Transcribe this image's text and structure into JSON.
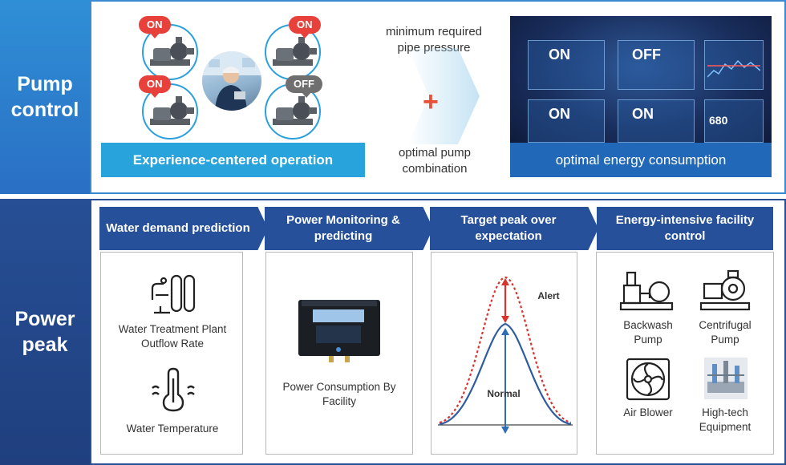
{
  "pump_control": {
    "title": "Pump control",
    "bubbles": [
      "ON",
      "ON",
      "ON",
      "OFF"
    ],
    "left_bar_label": "Experience-centered operation",
    "input_top": "minimum required pipe pressure",
    "input_bottom": "optimal pump combination",
    "plus_symbol": "+",
    "screen_states": [
      "ON",
      "OFF",
      "ON",
      "ON"
    ],
    "screen_readout": "680",
    "right_bar_label": "optimal energy consumption"
  },
  "power_peak": {
    "title": "Power peak",
    "steps": [
      {
        "label": "Water demand prediction"
      },
      {
        "label": "Power Monitoring & predicting"
      },
      {
        "label": "Target peak over expectation"
      },
      {
        "label": "Energy-intensive facility control"
      }
    ],
    "card1": {
      "item1": "Water Treatment Plant Outflow Rate",
      "item2": "Water Temperature"
    },
    "card2": {
      "item1": "Power Consumption By Facility"
    },
    "card3": {
      "alert_label": "Alert",
      "normal_label": "Normal"
    },
    "card4": {
      "items": [
        "Backwash Pump",
        "Centrifugal Pump",
        "Air Blower",
        "High-tech Equipment"
      ]
    }
  },
  "colors": {
    "light_blue": "#29a3db",
    "dark_blue": "#27509b",
    "alert_red": "#e8413b",
    "normal_curve": "#2f5c9e"
  }
}
